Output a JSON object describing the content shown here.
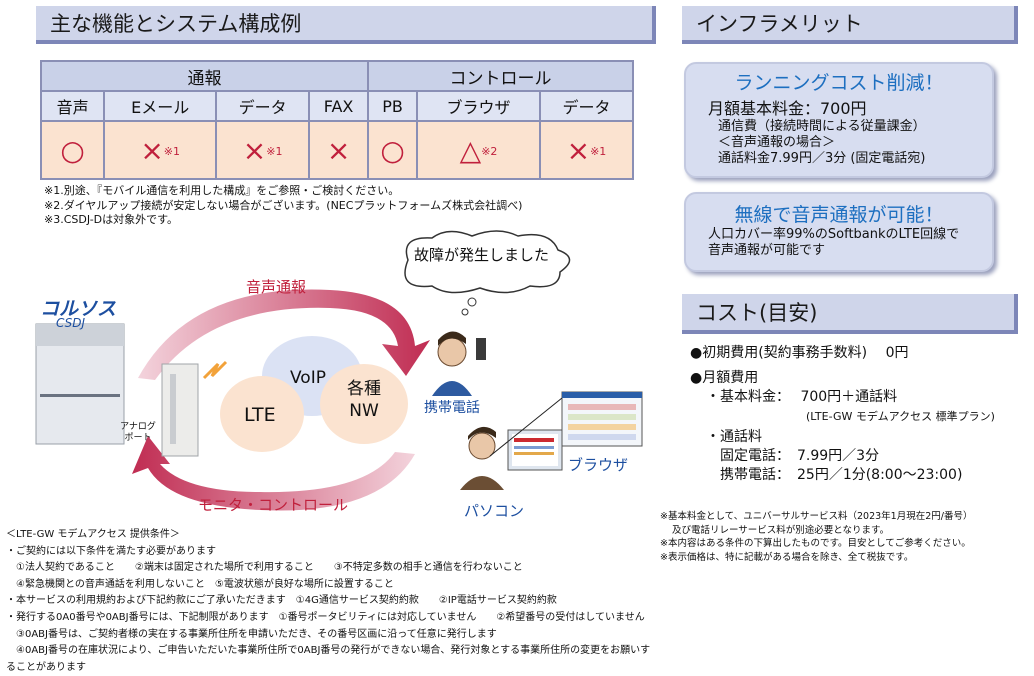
{
  "left_header": "主な機能とシステム構成例",
  "right_header": "インフラメリット",
  "cost_header": "コスト(目安)",
  "table": {
    "groups": [
      "通報",
      "コントロール"
    ],
    "columns": [
      "音声",
      "Eメール",
      "データ",
      "FAX",
      "PB",
      "ブラウザ",
      "データ"
    ],
    "symbols": [
      "○",
      "×",
      "×",
      "×",
      "○",
      "△",
      "×"
    ],
    "marks": [
      "",
      "※1",
      "※1",
      "",
      "",
      "※2",
      "※1"
    ]
  },
  "notes": [
    "※1.別途、『モバイル通信を利用した構成』をご参照・ご検討ください。",
    "※2.ダイヤルアップ接続が安定しない場合がございます。(NECプラットフォームズ株式会社調べ)",
    "※3.CSDJ-Dは対象外です。"
  ],
  "diagram": {
    "cloud": "故障が発生しました",
    "arrow_top": "音声通報",
    "arrow_bottom": "モニタ・コントロール",
    "device_logo": "コルソス",
    "device_model": "CSDJ",
    "analog_port": "アナログ ポート",
    "bubble_voip": "VoIP",
    "bubble_lte": "LTE",
    "bubble_nw": "各種 NW",
    "mobile": "携帯電話",
    "browser": "ブラウザ",
    "pc": "パソコン"
  },
  "merit1": {
    "title": "ランニングコスト削減！",
    "line1": "月額基本料金：700円",
    "line2": "通信費（接続時間による従量課金）",
    "line3": "＜音声通報の場合＞",
    "line4": "通話料金7.99円／3分 (固定電話宛)"
  },
  "merit2": {
    "title": "無線で音声通報が可能！",
    "line1": "人口カバー率99%のSoftbankのLTE回線で",
    "line2": "音声通報が可能です"
  },
  "cost": {
    "initial": "●初期費用(契約事務手数料)　 0円",
    "monthly": "●月額費用",
    "base_label": "・基本料金：",
    "base_value": "700円＋通話料",
    "base_note": "(LTE-GW モデムアクセス 標準プラン)",
    "call_label": "・通話料",
    "fixed": "固定電話：　7.99円／3分",
    "mobile": "携帯電話：　25円／1分(8:00〜23:00)"
  },
  "cost_notes": [
    "※基本料金として、ユニバーサルサービス料（2023年1月現在2円/番号）",
    "及び電話リレーサービス料が別途必要となります。",
    "※本内容はある条件の下算出したものです。目安としてご参考ください。",
    "※表示価格は、特に記載がある場合を除き、全て税抜です。"
  ],
  "footer": [
    "＜LTE-GW モデムアクセス 提供条件＞",
    "・ご契約には以下条件を満たす必要があります",
    "　①法人契約であること　　②端末は固定された場所で利用すること　　③不特定多数の相手と通信を行わないこと",
    "　④緊急機関との音声通話を利用しないこと　⑤電波状態が良好な場所に設置すること",
    "・本サービスの利用規約および下記約款にご了承いただきます　①4G通信サービス契約約款　　②IP電話サービス契約約款",
    "・発行する0A0番号や0ABJ番号には、下記制限があります　①番号ポータビリティには対応していません　　②希望番号の受付はしていません",
    "　③0ABJ番号は、ご契約者様の実在する事業所住所を申請いただき、その番号区画に沿って任意に発行します",
    "　④0ABJ番号の在庫状況により、ご申告いただいた事業所住所で0ABJ番号の発行ができない場合、発行対象とする事業所住所の変更をお願いすることがあります"
  ]
}
